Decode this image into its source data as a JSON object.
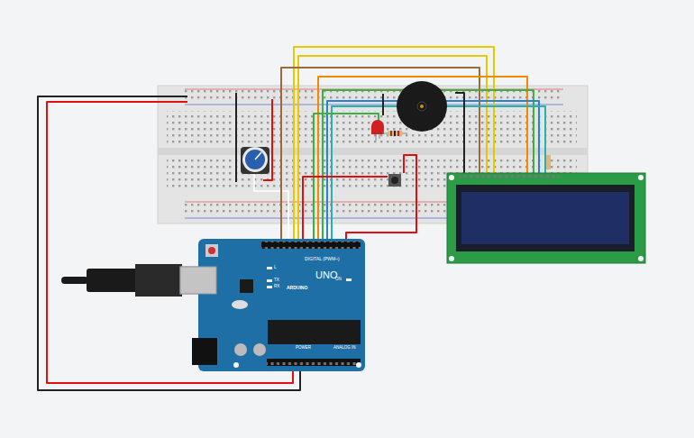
{
  "diagram": {
    "nodes": [
      {
        "text": [
          "ARDUINO",
          "UNO"
        ]
      }
    ],
    "labels": [
      "DIGITAL (PWM~)",
      "POWER",
      "ANALOG IN",
      "L",
      "TX",
      "RX",
      "ON"
    ]
  }
}
